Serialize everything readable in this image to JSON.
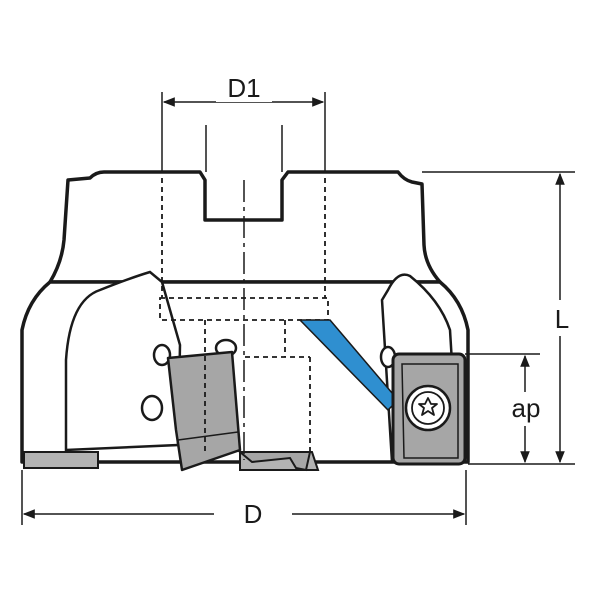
{
  "labels": {
    "d1": "D1",
    "d": "D",
    "l": "L",
    "ap": "ap"
  },
  "colors": {
    "outline": "#1a1a1a",
    "insert": "#a6a6a6",
    "coolant": "#2f8fd0",
    "background": "#ffffff"
  },
  "icons": {
    "screw": "torx-screw-icon"
  }
}
